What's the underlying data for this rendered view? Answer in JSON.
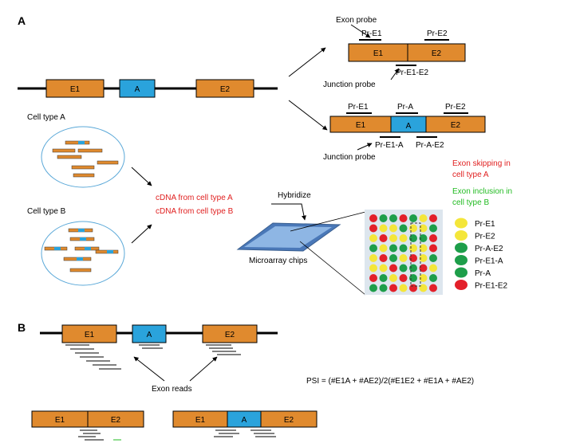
{
  "panels": {
    "a": "A",
    "b": "B"
  },
  "colors": {
    "exon": "#e08a2e",
    "alt_exon": "#2aa3dc",
    "intron_line": "#000000",
    "red_text": "#e02020",
    "green_text": "#22bb22",
    "dot_yellow": "#f4e63a",
    "dot_green": "#1e9e4a",
    "dot_red": "#e3202a",
    "chip": "#6e9ed6",
    "cell_border": "#5aa8d8",
    "array_bg": "#dde6ee"
  },
  "gene": {
    "e1": "E1",
    "a": "A",
    "e2": "E2"
  },
  "labels": {
    "exon_probe": "Exon probe",
    "junction_probe_1": "Junction probe",
    "junction_probe_2": "Junction probe",
    "pr_e1_top": "Pr-E1",
    "pr_e2_top": "Pr-E2",
    "pr_e1_e2": "Pr-E1-E2",
    "pr_e1_mid": "Pr-E1",
    "pr_a_mid": "Pr-A",
    "pr_e2_mid": "Pr-E2",
    "pr_e1_a": "Pr-E1-A",
    "pr_a_e2": "Pr-A-E2",
    "cell_type_a": "Cell type A",
    "cell_type_b": "Cell type B",
    "cdna_a": "cDNA from cell type A",
    "cdna_b": "cDNA from cell type B",
    "hybridize": "Hybridize",
    "microarray": "Microarray chips",
    "exon_skipping": [
      "Exon skipping in",
      "cell type A"
    ],
    "exon_inclusion": [
      "Exon inclusion in",
      "cell type B"
    ],
    "exon_reads": "Exon reads",
    "psi_formula": "PSI = (#E1A + #AE2)/2(#E1E2 + #E1A + #AE2)"
  },
  "legend": [
    {
      "label": "Pr-E1",
      "color": "#f4e63a"
    },
    {
      "label": "Pr-E2",
      "color": "#f4e63a"
    },
    {
      "label": "Pr-A-E2",
      "color": "#1e9e4a"
    },
    {
      "label": "Pr-E1-A",
      "color": "#1e9e4a"
    },
    {
      "label": "Pr-A",
      "color": "#1e9e4a"
    },
    {
      "label": "Pr-E1-E2",
      "color": "#e3202a"
    }
  ],
  "array_grid": [
    [
      "r",
      "g",
      "g",
      "r",
      "g",
      "y",
      "r"
    ],
    [
      "r",
      "y",
      "y",
      "g",
      "y",
      "y",
      "g"
    ],
    [
      "y",
      "r",
      "y",
      "y",
      "g",
      "g",
      "r"
    ],
    [
      "g",
      "y",
      "g",
      "g",
      "y",
      "y",
      "r"
    ],
    [
      "y",
      "r",
      "g",
      "y",
      "r",
      "y",
      "g"
    ],
    [
      "y",
      "y",
      "r",
      "g",
      "g",
      "r",
      "y"
    ],
    [
      "r",
      "g",
      "y",
      "r",
      "g",
      "y",
      "g"
    ],
    [
      "g",
      "g",
      "r",
      "y",
      "r",
      "y",
      "r"
    ]
  ]
}
